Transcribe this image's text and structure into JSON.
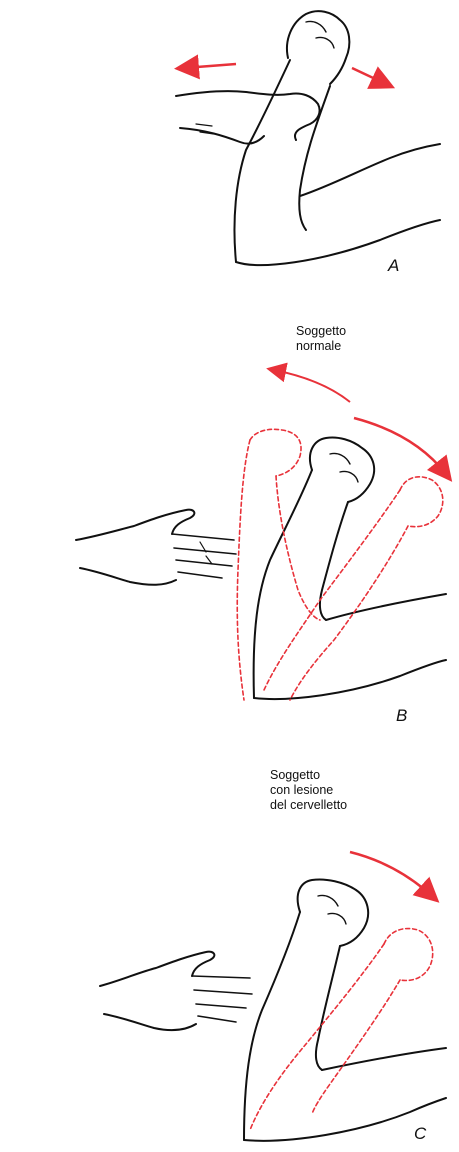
{
  "colors": {
    "ink": "#111111",
    "accent": "#e8323a"
  },
  "panels": [
    {
      "label": "A",
      "caption": ""
    },
    {
      "label": "B",
      "caption": "Soggetto\nnormale"
    },
    {
      "label": "C",
      "caption": "Soggetto\ncon lesione\ndel cervelletto"
    }
  ]
}
